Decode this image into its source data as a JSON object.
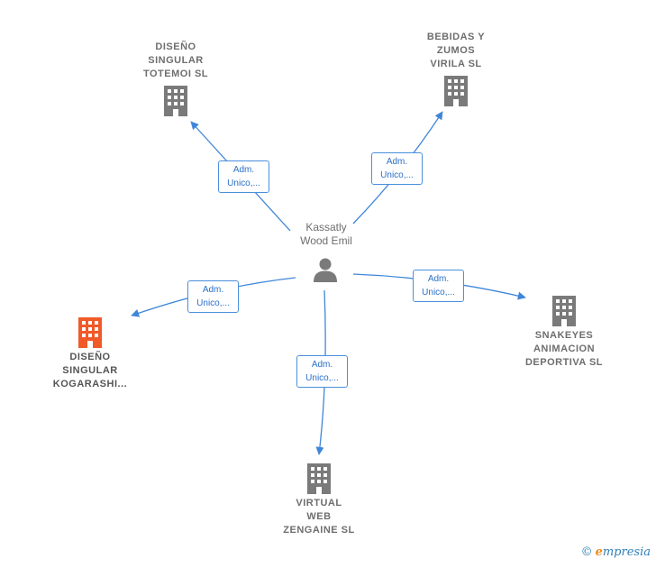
{
  "colors": {
    "edge": "#3f86d8",
    "node_icon": "#7a7a7a",
    "highlight_icon": "#f05a28",
    "box_border": "#4a8fdc",
    "box_text": "#2a6fc9"
  },
  "center": {
    "name_lines": [
      "Kassatly",
      "Wood Emil"
    ],
    "icon": "person-icon"
  },
  "nodes": [
    {
      "id": "totemoi",
      "lines": [
        "DISEÑO",
        "SINGULAR",
        "TOTEMOI  SL"
      ],
      "icon": "building-icon",
      "highlight": false
    },
    {
      "id": "bebidas",
      "lines": [
        "BEBIDAS Y",
        "ZUMOS",
        "VIRILA  SL"
      ],
      "icon": "building-icon",
      "highlight": false
    },
    {
      "id": "kogarashi",
      "lines": [
        "DISEÑO",
        "SINGULAR",
        "KOGARASHI..."
      ],
      "icon": "building-icon",
      "highlight": true
    },
    {
      "id": "snakeyes",
      "lines": [
        "SNAKEYES",
        "ANIMACION",
        "DEPORTIVA  SL"
      ],
      "icon": "building-icon",
      "highlight": false
    },
    {
      "id": "zengaine",
      "lines": [
        "VIRTUAL",
        "WEB",
        "ZENGAINE  SL"
      ],
      "icon": "building-icon",
      "highlight": false
    }
  ],
  "edges": [
    {
      "to": "totemoi",
      "label_lines": [
        "Adm.",
        "Unico,..."
      ]
    },
    {
      "to": "bebidas",
      "label_lines": [
        "Adm.",
        "Unico,..."
      ]
    },
    {
      "to": "kogarashi",
      "label_lines": [
        "Adm.",
        "Unico,..."
      ]
    },
    {
      "to": "snakeyes",
      "label_lines": [
        "Adm.",
        "Unico,..."
      ]
    },
    {
      "to": "zengaine",
      "label_lines": [
        "Adm.",
        "Unico,..."
      ]
    }
  ],
  "brand": {
    "copyright": "©",
    "initial": "e",
    "rest": "mpresia"
  }
}
